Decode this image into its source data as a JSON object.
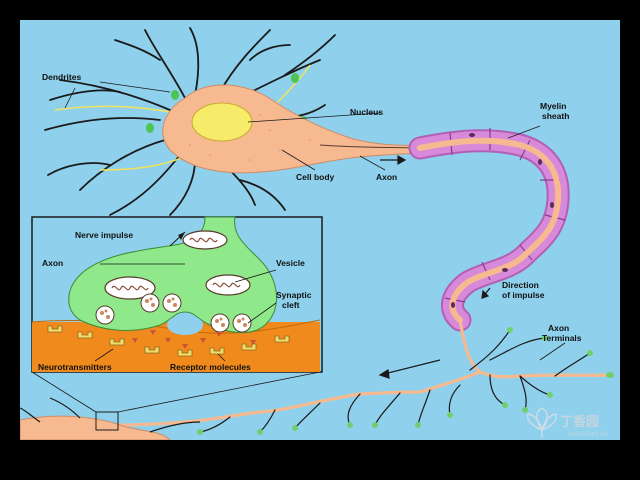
{
  "labels": {
    "dendrites": "Dendrites",
    "nucleus": "Nucleus",
    "myelin_1": "Myelin",
    "myelin_2": "sheath",
    "cell_body": "Cell body",
    "axon_main": "Axon",
    "nerve_impulse": "Nerve impulse",
    "axon_inset": "Axon",
    "vesicle": "Vesicle",
    "synaptic_1": "Synaptic",
    "synaptic_2": "cleft",
    "direction_1": "Direction",
    "direction_2": "of impulse",
    "terminals_1": "Axon",
    "terminals_2": "Terminals",
    "neurotransmitters": "Neurotransmitters",
    "receptor": "Receptor molecules"
  },
  "watermark": {
    "brand": "丁香园",
    "url": "WWW.DXY.CN"
  },
  "colors": {
    "background": "#000000",
    "panel": "#8fd0ec",
    "cell": "#f6b990",
    "nucleus": "#f7ec6a",
    "myelin": "#d78ad9",
    "synapse": "#8fe98a",
    "postsynaptic": "#f08a1c",
    "receptor": "#f1dc6b"
  }
}
